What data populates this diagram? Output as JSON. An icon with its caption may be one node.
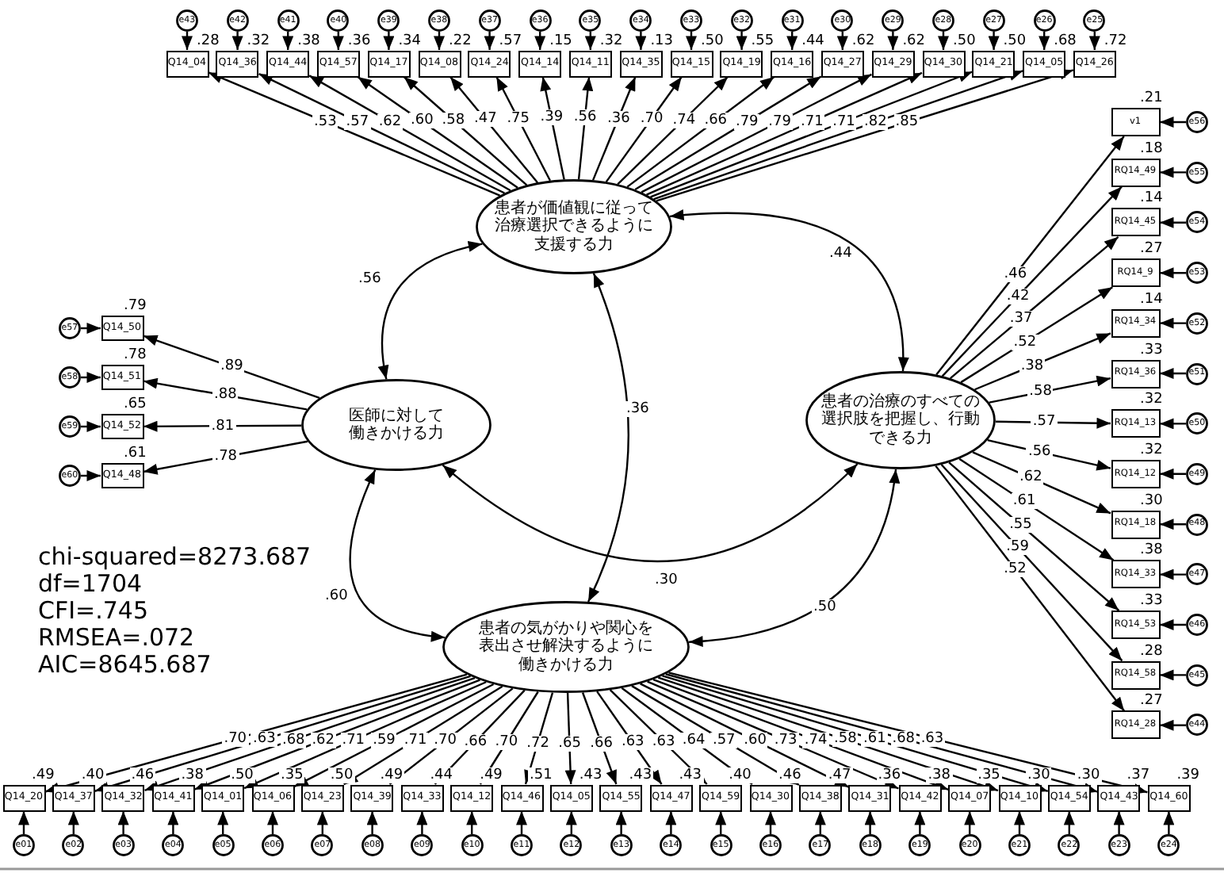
{
  "diagram": {
    "nodes": [
      {
        "text": [
          "e43"
        ]
      },
      {
        "text": [
          "e42"
        ]
      },
      {
        "text": [
          "e41"
        ]
      },
      {
        "text": [
          "e40"
        ]
      },
      {
        "text": [
          "e39"
        ]
      },
      {
        "text": [
          "e38"
        ]
      },
      {
        "text": [
          "e37"
        ]
      },
      {
        "text": [
          "e36"
        ]
      },
      {
        "text": [
          "e35"
        ]
      },
      {
        "text": [
          "e34"
        ]
      },
      {
        "text": [
          "e33"
        ]
      },
      {
        "text": [
          "e32"
        ]
      },
      {
        "text": [
          "e31"
        ]
      },
      {
        "text": [
          "e30"
        ]
      },
      {
        "text": [
          "e29"
        ]
      },
      {
        "text": [
          "e28"
        ]
      },
      {
        "text": [
          "e27"
        ]
      },
      {
        "text": [
          "e26"
        ]
      },
      {
        "text": [
          "e25"
        ]
      },
      {
        "text": [
          "Q14_04"
        ],
        "beside": [
          ".28"
        ]
      },
      {
        "text": [
          "Q14_36"
        ],
        "beside": [
          ".32"
        ]
      },
      {
        "text": [
          "Q14_44"
        ],
        "beside": [
          ".38"
        ]
      },
      {
        "text": [
          "Q14_57"
        ],
        "beside": [
          ".36"
        ]
      },
      {
        "text": [
          "Q14_17"
        ],
        "beside": [
          ".34"
        ]
      },
      {
        "text": [
          "Q14_08"
        ],
        "beside": [
          ".22"
        ]
      },
      {
        "text": [
          "Q14_24"
        ],
        "beside": [
          ".57"
        ]
      },
      {
        "text": [
          "Q14_14"
        ],
        "beside": [
          ".15"
        ]
      },
      {
        "text": [
          "Q14_11"
        ],
        "beside": [
          ".32"
        ]
      },
      {
        "text": [
          "Q14_35"
        ],
        "beside": [
          ".13"
        ]
      },
      {
        "text": [
          "Q14_15"
        ],
        "beside": [
          ".50"
        ]
      },
      {
        "text": [
          "Q14_19"
        ],
        "beside": [
          ".55"
        ]
      },
      {
        "text": [
          "Q14_16"
        ],
        "beside": [
          ".44"
        ]
      },
      {
        "text": [
          "Q14_27"
        ],
        "beside": [
          ".62"
        ]
      },
      {
        "text": [
          "Q14_29"
        ],
        "beside": [
          ".62"
        ]
      },
      {
        "text": [
          "Q14_30"
        ],
        "beside": [
          ".50"
        ]
      },
      {
        "text": [
          "Q14_21"
        ],
        "beside": [
          ".50"
        ]
      },
      {
        "text": [
          "Q14_05"
        ],
        "beside": [
          ".68"
        ]
      },
      {
        "text": [
          "Q14_26"
        ],
        "beside": [
          ".72"
        ]
      },
      {
        "text": [
          "患者が価値観に従って治療選択できるように支援する力"
        ]
      },
      {
        "text": [
          "e57"
        ]
      },
      {
        "text": [
          "e58"
        ]
      },
      {
        "text": [
          "e59"
        ]
      },
      {
        "text": [
          "e60"
        ]
      },
      {
        "text": [
          "Q14_50"
        ],
        "beside": [
          ".79"
        ]
      },
      {
        "text": [
          "Q14_51"
        ],
        "beside": [
          ".78"
        ]
      },
      {
        "text": [
          "Q14_52"
        ],
        "beside": [
          ".65"
        ]
      },
      {
        "text": [
          "Q14_48"
        ],
        "beside": [
          ".61"
        ]
      },
      {
        "text": [
          "医師に対して働きかける力"
        ]
      },
      {
        "text": [
          "患者の治療のすべての選択肢を把握し、行動できる力"
        ]
      },
      {
        "text": [
          "v1"
        ],
        "beside": [
          ".21"
        ]
      },
      {
        "text": [
          "RQ14_49"
        ],
        "beside": [
          ".18"
        ]
      },
      {
        "text": [
          "RQ14_45"
        ],
        "beside": [
          ".14"
        ]
      },
      {
        "text": [
          "RQ14_9"
        ],
        "beside": [
          ".27"
        ]
      },
      {
        "text": [
          "RQ14_34"
        ],
        "beside": [
          ".14"
        ]
      },
      {
        "text": [
          "RQ14_36"
        ],
        "beside": [
          ".33"
        ]
      },
      {
        "text": [
          "RQ14_13"
        ],
        "beside": [
          ".32"
        ]
      },
      {
        "text": [
          "RQ14_12"
        ],
        "beside": [
          ".32"
        ]
      },
      {
        "text": [
          "RQ14_18"
        ],
        "beside": [
          ".30"
        ]
      },
      {
        "text": [
          "RQ14_33"
        ],
        "beside": [
          ".38"
        ]
      },
      {
        "text": [
          "RQ14_53"
        ],
        "beside": [
          ".33"
        ]
      },
      {
        "text": [
          "RQ14_58"
        ],
        "beside": [
          ".28"
        ]
      },
      {
        "text": [
          "RQ14_28"
        ],
        "beside": [
          ".27"
        ]
      },
      {
        "text": [
          "e56"
        ]
      },
      {
        "text": [
          "e55"
        ]
      },
      {
        "text": [
          "e54"
        ]
      },
      {
        "text": [
          "e53"
        ]
      },
      {
        "text": [
          "e52"
        ]
      },
      {
        "text": [
          "e51"
        ]
      },
      {
        "text": [
          "e50"
        ]
      },
      {
        "text": [
          "e49"
        ]
      },
      {
        "text": [
          "e48"
        ]
      },
      {
        "text": [
          "e47"
        ]
      },
      {
        "text": [
          "e46"
        ]
      },
      {
        "text": [
          "e45"
        ]
      },
      {
        "text": [
          "e44"
        ]
      },
      {
        "text": [
          "患者の気がかりや関心を表出させ解決するように働きかける力"
        ]
      },
      {
        "text": [
          "Q14_20"
        ],
        "beside": [
          ".49"
        ]
      },
      {
        "text": [
          "Q14_37"
        ],
        "beside": [
          ".40"
        ]
      },
      {
        "text": [
          "Q14_32"
        ],
        "beside": [
          ".46"
        ]
      },
      {
        "text": [
          "Q14_41"
        ],
        "beside": [
          ".38"
        ]
      },
      {
        "text": [
          "Q14_01"
        ],
        "beside": [
          ".50"
        ]
      },
      {
        "text": [
          "Q14_06"
        ],
        "beside": [
          ".35"
        ]
      },
      {
        "text": [
          "Q14_23"
        ],
        "beside": [
          ".50"
        ]
      },
      {
        "text": [
          "Q14_39"
        ],
        "beside": [
          ".49"
        ]
      },
      {
        "text": [
          "Q14_33"
        ],
        "beside": [
          ".44"
        ]
      },
      {
        "text": [
          "Q14_12"
        ],
        "beside": [
          ".49"
        ]
      },
      {
        "text": [
          "Q14_46"
        ],
        "beside": [
          ".51"
        ]
      },
      {
        "text": [
          "Q14_05"
        ],
        "beside": [
          ".43"
        ]
      },
      {
        "text": [
          "Q14_55"
        ],
        "beside": [
          ".43"
        ]
      },
      {
        "text": [
          "Q14_47"
        ],
        "beside": [
          ".43"
        ]
      },
      {
        "text": [
          "Q14_59"
        ],
        "beside": [
          ".40"
        ]
      },
      {
        "text": [
          "Q14_30"
        ],
        "beside": [
          ".46"
        ]
      },
      {
        "text": [
          "Q14_38"
        ],
        "beside": [
          ".47"
        ]
      },
      {
        "text": [
          "Q14_31"
        ],
        "beside": [
          ".36"
        ]
      },
      {
        "text": [
          "Q14_42"
        ],
        "beside": [
          ".38"
        ]
      },
      {
        "text": [
          "Q14_07"
        ],
        "beside": [
          ".35"
        ]
      },
      {
        "text": [
          "Q14_10"
        ],
        "beside": [
          ".30"
        ]
      },
      {
        "text": [
          "Q14_54"
        ],
        "beside": [
          ".30"
        ]
      },
      {
        "text": [
          "Q14_43"
        ],
        "beside": [
          ".37"
        ]
      },
      {
        "text": [
          "Q14_60"
        ],
        "beside": [
          ".39"
        ]
      },
      {
        "text": [
          "e01"
        ]
      },
      {
        "text": [
          "e02"
        ]
      },
      {
        "text": [
          "e03"
        ]
      },
      {
        "text": [
          "e04"
        ]
      },
      {
        "text": [
          "e05"
        ]
      },
      {
        "text": [
          "e06"
        ]
      },
      {
        "text": [
          "e07"
        ]
      },
      {
        "text": [
          "e08"
        ]
      },
      {
        "text": [
          "e09"
        ]
      },
      {
        "text": [
          "e10"
        ]
      },
      {
        "text": [
          "e11"
        ]
      },
      {
        "text": [
          "e12"
        ]
      },
      {
        "text": [
          "e13"
        ]
      },
      {
        "text": [
          "e14"
        ]
      },
      {
        "text": [
          "e15"
        ]
      },
      {
        "text": [
          "e16"
        ]
      },
      {
        "text": [
          "e17"
        ]
      },
      {
        "text": [
          "e18"
        ]
      },
      {
        "text": [
          "e19"
        ]
      },
      {
        "text": [
          "e20"
        ]
      },
      {
        "text": [
          "e21"
        ]
      },
      {
        "text": [
          "e22"
        ]
      },
      {
        "text": [
          "e23"
        ]
      },
      {
        "text": [
          "e24"
        ]
      }
    ],
    "edges": [
      {
        "from": 38,
        "to": 19,
        "arrow": "to",
        "label": ".53"
      },
      {
        "from": 38,
        "to": 20,
        "arrow": "to",
        "label": ".57"
      },
      {
        "from": 38,
        "to": 21,
        "arrow": "to",
        "label": ".62"
      },
      {
        "from": 38,
        "to": 22,
        "arrow": "to",
        "label": ".60"
      },
      {
        "from": 38,
        "to": 23,
        "arrow": "to",
        "label": ".58"
      },
      {
        "from": 38,
        "to": 24,
        "arrow": "to",
        "label": ".47"
      },
      {
        "from": 38,
        "to": 25,
        "arrow": "to",
        "label": ".75"
      },
      {
        "from": 38,
        "to": 26,
        "arrow": "to",
        "label": ".39"
      },
      {
        "from": 38,
        "to": 27,
        "arrow": "to",
        "label": ".56"
      },
      {
        "from": 38,
        "to": 28,
        "arrow": "to",
        "label": ".36"
      },
      {
        "from": 38,
        "to": 29,
        "arrow": "to",
        "label": ".70"
      },
      {
        "from": 38,
        "to": 30,
        "arrow": "to",
        "label": ".74"
      },
      {
        "from": 38,
        "to": 31,
        "arrow": "to",
        "label": ".66"
      },
      {
        "from": 38,
        "to": 32,
        "arrow": "to",
        "label": ".79"
      },
      {
        "from": 38,
        "to": 33,
        "arrow": "to",
        "label": ".79"
      },
      {
        "from": 38,
        "to": 34,
        "arrow": "to",
        "label": ".71"
      },
      {
        "from": 38,
        "to": 35,
        "arrow": "to",
        "label": ".71"
      },
      {
        "from": 38,
        "to": 36,
        "arrow": "to",
        "label": ".82"
      },
      {
        "from": 38,
        "to": 37,
        "arrow": "to",
        "label": ".85"
      },
      {
        "from": 0,
        "to": 19,
        "arrow": "to"
      },
      {
        "from": 1,
        "to": 20,
        "arrow": "to"
      },
      {
        "from": 2,
        "to": 21,
        "arrow": "to"
      },
      {
        "from": 3,
        "to": 22,
        "arrow": "to"
      },
      {
        "from": 4,
        "to": 23,
        "arrow": "to"
      },
      {
        "from": 5,
        "to": 24,
        "arrow": "to"
      },
      {
        "from": 6,
        "to": 25,
        "arrow": "to"
      },
      {
        "from": 7,
        "to": 26,
        "arrow": "to"
      },
      {
        "from": 8,
        "to": 27,
        "arrow": "to"
      },
      {
        "from": 9,
        "to": 28,
        "arrow": "to"
      },
      {
        "from": 10,
        "to": 29,
        "arrow": "to"
      },
      {
        "from": 11,
        "to": 30,
        "arrow": "to"
      },
      {
        "from": 12,
        "to": 31,
        "arrow": "to"
      },
      {
        "from": 13,
        "to": 32,
        "arrow": "to"
      },
      {
        "from": 14,
        "to": 33,
        "arrow": "to"
      },
      {
        "from": 15,
        "to": 34,
        "arrow": "to"
      },
      {
        "from": 16,
        "to": 35,
        "arrow": "to"
      },
      {
        "from": 17,
        "to": 36,
        "arrow": "to"
      },
      {
        "from": 18,
        "to": 37,
        "arrow": "to"
      },
      {
        "from": 47,
        "to": 43,
        "arrow": "to",
        "label": ".89"
      },
      {
        "from": 47,
        "to": 44,
        "arrow": "to",
        "label": ".88"
      },
      {
        "from": 47,
        "to": 45,
        "arrow": "to",
        "label": ".81"
      },
      {
        "from": 47,
        "to": 46,
        "arrow": "to",
        "label": ".78"
      },
      {
        "from": 39,
        "to": 43,
        "arrow": "to"
      },
      {
        "from": 40,
        "to": 44,
        "arrow": "to"
      },
      {
        "from": 41,
        "to": 45,
        "arrow": "to"
      },
      {
        "from": 42,
        "to": 46,
        "arrow": "to"
      },
      {
        "from": 48,
        "to": 49,
        "arrow": "to",
        "label": ".46"
      },
      {
        "from": 48,
        "to": 50,
        "arrow": "to",
        "label": ".42"
      },
      {
        "from": 48,
        "to": 51,
        "arrow": "to",
        "label": ".37"
      },
      {
        "from": 48,
        "to": 52,
        "arrow": "to",
        "label": ".52"
      },
      {
        "from": 48,
        "to": 53,
        "arrow": "to",
        "label": ".38"
      },
      {
        "from": 48,
        "to": 54,
        "arrow": "to",
        "label": ".58"
      },
      {
        "from": 48,
        "to": 55,
        "arrow": "to",
        "label": ".57"
      },
      {
        "from": 48,
        "to": 56,
        "arrow": "to",
        "label": ".56"
      },
      {
        "from": 48,
        "to": 57,
        "arrow": "to",
        "label": ".62"
      },
      {
        "from": 48,
        "to": 58,
        "arrow": "to",
        "label": ".61"
      },
      {
        "from": 48,
        "to": 59,
        "arrow": "to",
        "label": ".55"
      },
      {
        "from": 48,
        "to": 60,
        "arrow": "to",
        "label": ".59"
      },
      {
        "from": 48,
        "to": 61,
        "arrow": "to",
        "label": ".52"
      },
      {
        "from": 62,
        "to": 49,
        "arrow": "to"
      },
      {
        "from": 63,
        "to": 50,
        "arrow": "to"
      },
      {
        "from": 64,
        "to": 51,
        "arrow": "to"
      },
      {
        "from": 65,
        "to": 52,
        "arrow": "to"
      },
      {
        "from": 66,
        "to": 53,
        "arrow": "to"
      },
      {
        "from": 67,
        "to": 54,
        "arrow": "to"
      },
      {
        "from": 68,
        "to": 55,
        "arrow": "to"
      },
      {
        "from": 69,
        "to": 56,
        "arrow": "to"
      },
      {
        "from": 70,
        "to": 57,
        "arrow": "to"
      },
      {
        "from": 71,
        "to": 58,
        "arrow": "to"
      },
      {
        "from": 72,
        "to": 59,
        "arrow": "to"
      },
      {
        "from": 73,
        "to": 60,
        "arrow": "to"
      },
      {
        "from": 74,
        "to": 61,
        "arrow": "to"
      },
      {
        "from": 75,
        "to": 76,
        "arrow": "to",
        "label": ".70"
      },
      {
        "from": 75,
        "to": 77,
        "arrow": "to",
        "label": ".63"
      },
      {
        "from": 75,
        "to": 78,
        "arrow": "to",
        "label": ".68"
      },
      {
        "from": 75,
        "to": 79,
        "arrow": "to",
        "label": ".62"
      },
      {
        "from": 75,
        "to": 80,
        "arrow": "to",
        "label": ".71"
      },
      {
        "from": 75,
        "to": 81,
        "arrow": "to",
        "label": ".59"
      },
      {
        "from": 75,
        "to": 82,
        "arrow": "to",
        "label": ".71"
      },
      {
        "from": 75,
        "to": 83,
        "arrow": "to",
        "label": ".70"
      },
      {
        "from": 75,
        "to": 84,
        "arrow": "to",
        "label": ".66"
      },
      {
        "from": 75,
        "to": 85,
        "arrow": "to",
        "label": ".70"
      },
      {
        "from": 75,
        "to": 86,
        "arrow": "to",
        "label": ".72"
      },
      {
        "from": 75,
        "to": 87,
        "arrow": "to",
        "label": ".65"
      },
      {
        "from": 75,
        "to": 88,
        "arrow": "to",
        "label": ".66"
      },
      {
        "from": 75,
        "to": 89,
        "arrow": "to",
        "label": ".63"
      },
      {
        "from": 75,
        "to": 90,
        "arrow": "to",
        "label": ".63"
      },
      {
        "from": 75,
        "to": 91,
        "arrow": "to",
        "label": ".64"
      },
      {
        "from": 75,
        "to": 92,
        "arrow": "to",
        "label": ".57"
      },
      {
        "from": 75,
        "to": 93,
        "arrow": "to",
        "label": ".60"
      },
      {
        "from": 75,
        "to": 94,
        "arrow": "to",
        "label": ".73"
      },
      {
        "from": 75,
        "to": 95,
        "arrow": "to",
        "label": ".74"
      },
      {
        "from": 75,
        "to": 96,
        "arrow": "to",
        "label": ".58"
      },
      {
        "from": 75,
        "to": 97,
        "arrow": "to",
        "label": ".61"
      },
      {
        "from": 75,
        "to": 98,
        "arrow": "to",
        "label": ".68"
      },
      {
        "from": 75,
        "to": 99,
        "arrow": "to",
        "label": ".63"
      },
      {
        "from": 100,
        "to": 76,
        "arrow": "to"
      },
      {
        "from": 101,
        "to": 77,
        "arrow": "to"
      },
      {
        "from": 102,
        "to": 78,
        "arrow": "to"
      },
      {
        "from": 103,
        "to": 79,
        "arrow": "to"
      },
      {
        "from": 104,
        "to": 80,
        "arrow": "to"
      },
      {
        "from": 105,
        "to": 81,
        "arrow": "to"
      },
      {
        "from": 106,
        "to": 82,
        "arrow": "to"
      },
      {
        "from": 107,
        "to": 83,
        "arrow": "to"
      },
      {
        "from": 108,
        "to": 84,
        "arrow": "to"
      },
      {
        "from": 109,
        "to": 85,
        "arrow": "to"
      },
      {
        "from": 110,
        "to": 86,
        "arrow": "to"
      },
      {
        "from": 111,
        "to": 87,
        "arrow": "to"
      },
      {
        "from": 112,
        "to": 88,
        "arrow": "to"
      },
      {
        "from": 113,
        "to": 89,
        "arrow": "to"
      },
      {
        "from": 114,
        "to": 90,
        "arrow": "to"
      },
      {
        "from": 115,
        "to": 91,
        "arrow": "to"
      },
      {
        "from": 116,
        "to": 92,
        "arrow": "to"
      },
      {
        "from": 117,
        "to": 93,
        "arrow": "to"
      },
      {
        "from": 118,
        "to": 94,
        "arrow": "to"
      },
      {
        "from": 119,
        "to": 95,
        "arrow": "to"
      },
      {
        "from": 120,
        "to": 96,
        "arrow": "to"
      },
      {
        "from": 121,
        "to": 97,
        "arrow": "to"
      },
      {
        "from": 122,
        "to": 98,
        "arrow": "to"
      },
      {
        "from": 123,
        "to": 99,
        "arrow": "to"
      },
      {
        "from": 38,
        "to": 47,
        "arrow": "both",
        "label": ".56"
      },
      {
        "from": 38,
        "to": 48,
        "arrow": "both",
        "label": ".44"
      },
      {
        "from": 38,
        "to": 75,
        "arrow": "both",
        "label": ".36"
      },
      {
        "from": 47,
        "to": 75,
        "arrow": "both",
        "label": ".60"
      },
      {
        "from": 47,
        "to": 48,
        "arrow": "both",
        "label": ".30"
      },
      {
        "from": 48,
        "to": 75,
        "arrow": "both",
        "label": ".50"
      }
    ],
    "labels": [
      "chi-squared=8273.687",
      "df=1704",
      "CFI=.745",
      "RMSEA=.072",
      "AIC=8645.687"
    ]
  }
}
